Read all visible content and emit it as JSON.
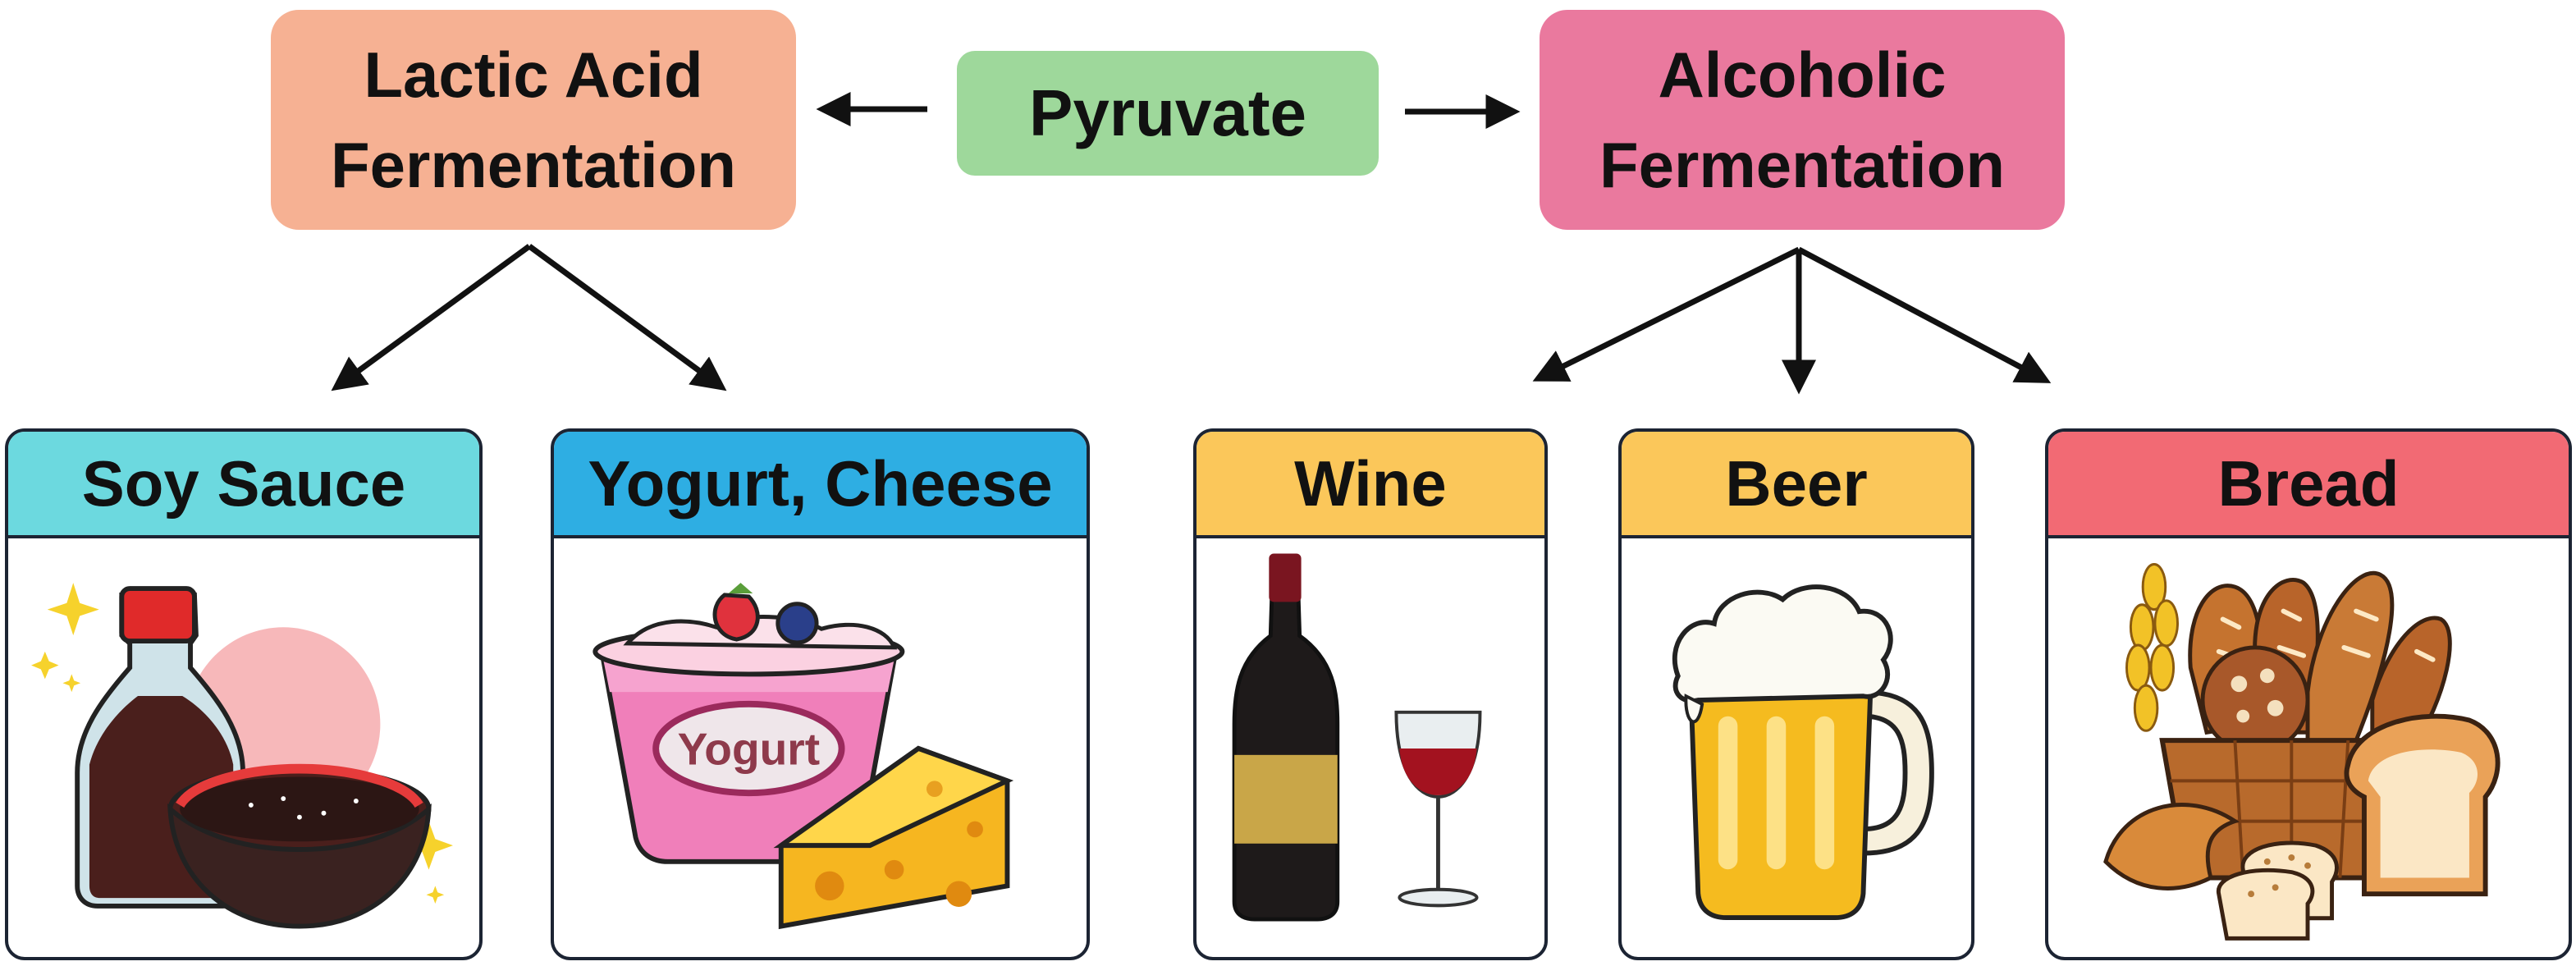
{
  "center": {
    "label": "Pyruvate",
    "color": "#9ed89b"
  },
  "branches": {
    "lactic": {
      "line1": "Lactic Acid",
      "line2": "Fermentation",
      "color": "#f6b193"
    },
    "alcoholic": {
      "line1": "Alcoholic",
      "line2": "Fermentation",
      "color": "#ea799e"
    }
  },
  "products": [
    {
      "title": "Soy Sauce",
      "header_color": "#6cd9df",
      "branch": "lactic",
      "image": "soy-sauce-illustration"
    },
    {
      "title": "Yogurt, Cheese",
      "header_color": "#2eaee3",
      "branch": "lactic",
      "image": "yogurt-cheese-illustration",
      "image_text": "Yogurt"
    },
    {
      "title": "Wine",
      "header_color": "#fbc75a",
      "branch": "alcoholic",
      "image": "wine-illustration"
    },
    {
      "title": "Beer",
      "header_color": "#fbc75a",
      "branch": "alcoholic",
      "image": "beer-mug-illustration"
    },
    {
      "title": "Bread",
      "header_color": "#f26a74",
      "branch": "alcoholic",
      "image": "bread-basket-illustration"
    }
  ]
}
